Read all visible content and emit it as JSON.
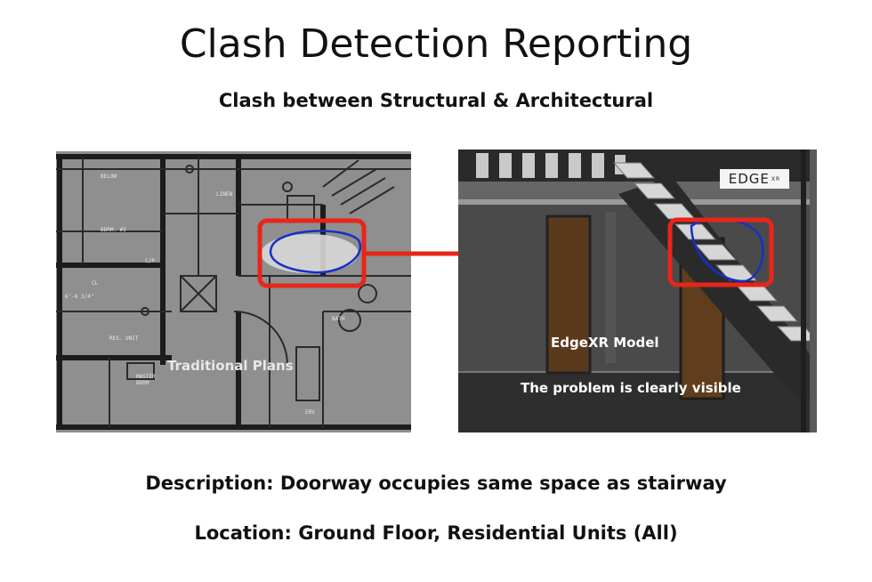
{
  "title": "Clash Detection Reporting",
  "subtitle": "Clash between Structural & Architectural",
  "plans_panel": {
    "label": "Traditional Plans"
  },
  "model_panel": {
    "label": "EdgeXR Model",
    "caption": "The problem is clearly visible",
    "logo": "EDGE",
    "logo_suffix": "XR"
  },
  "description": "Description: Doorway occupies same space as stairway",
  "location": "Location: Ground Floor, Residential Units (All)",
  "colors": {
    "highlight": "#e8251a",
    "markup": "#1530c8"
  }
}
